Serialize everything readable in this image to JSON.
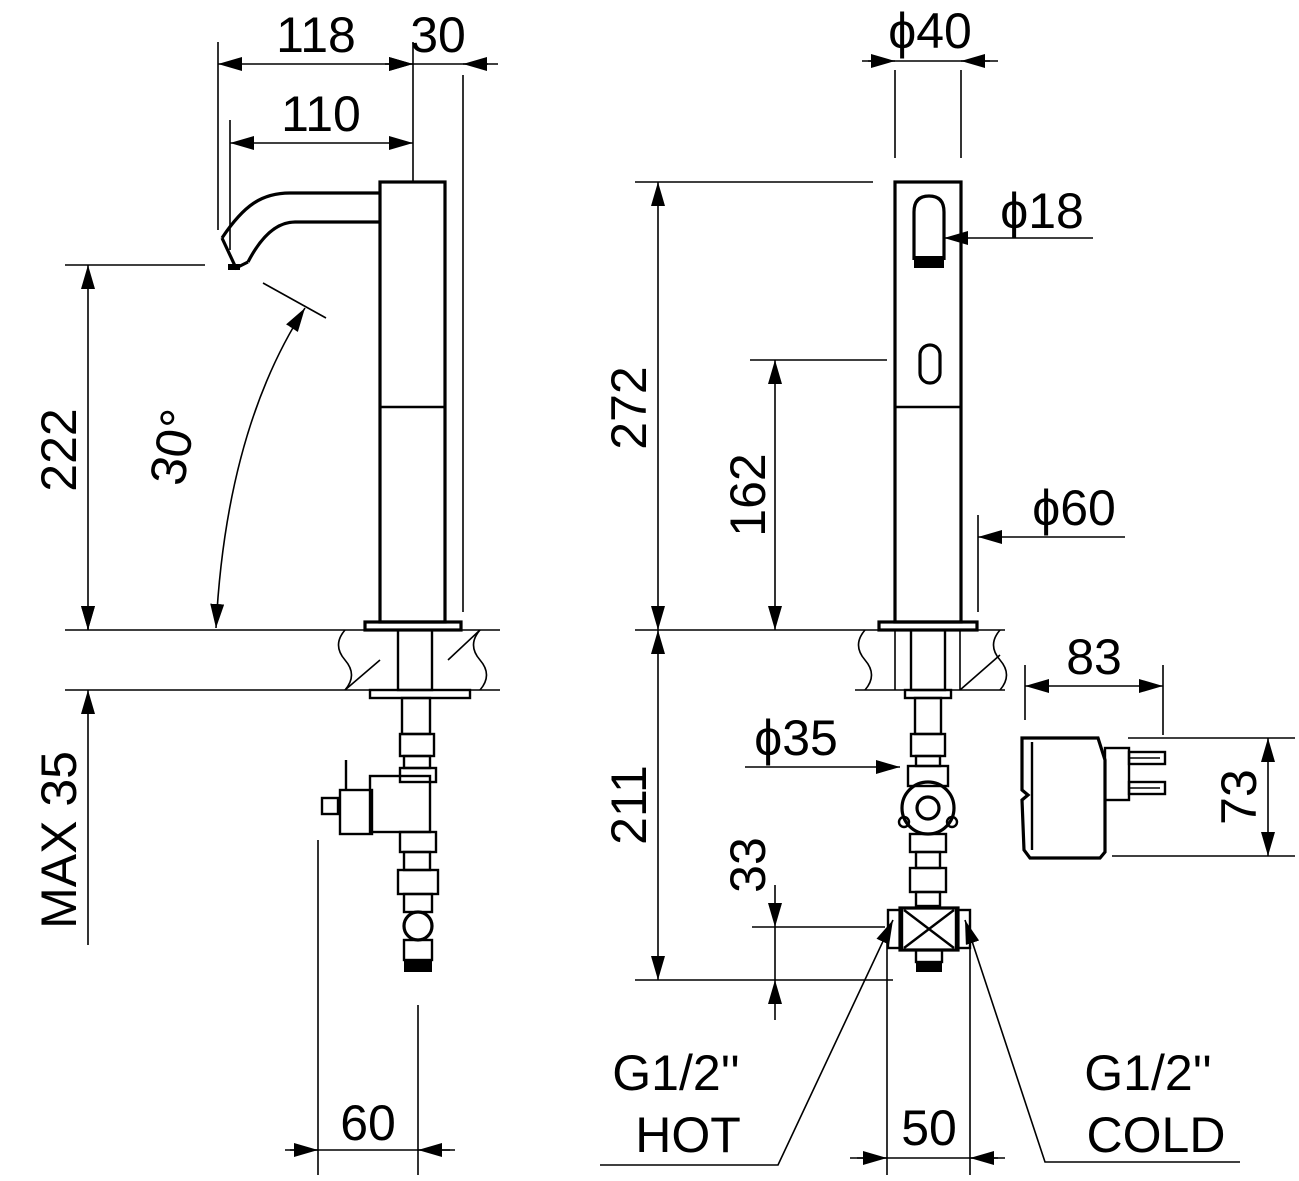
{
  "drawing": {
    "side_view": {
      "dim_118": "118",
      "dim_30": "30",
      "dim_110": "110",
      "dim_222": "222",
      "angle_30": "30°",
      "dim_max35": "MAX 35",
      "dim_60": "60"
    },
    "front_view": {
      "dim_d40": "ϕ40",
      "dim_d18": "ϕ18",
      "dim_272": "272",
      "dim_162": "162",
      "dim_d60": "ϕ60",
      "dim_211": "211",
      "dim_d35": "ϕ35",
      "dim_33": "33",
      "dim_50": "50",
      "hot_thread": "G1/2''",
      "hot_label": "HOT",
      "cold_thread": "G1/2''",
      "cold_label": "COLD"
    },
    "adapter": {
      "dim_83": "83",
      "dim_73": "73"
    },
    "colors": {
      "line": "#000000",
      "background": "#ffffff"
    }
  }
}
